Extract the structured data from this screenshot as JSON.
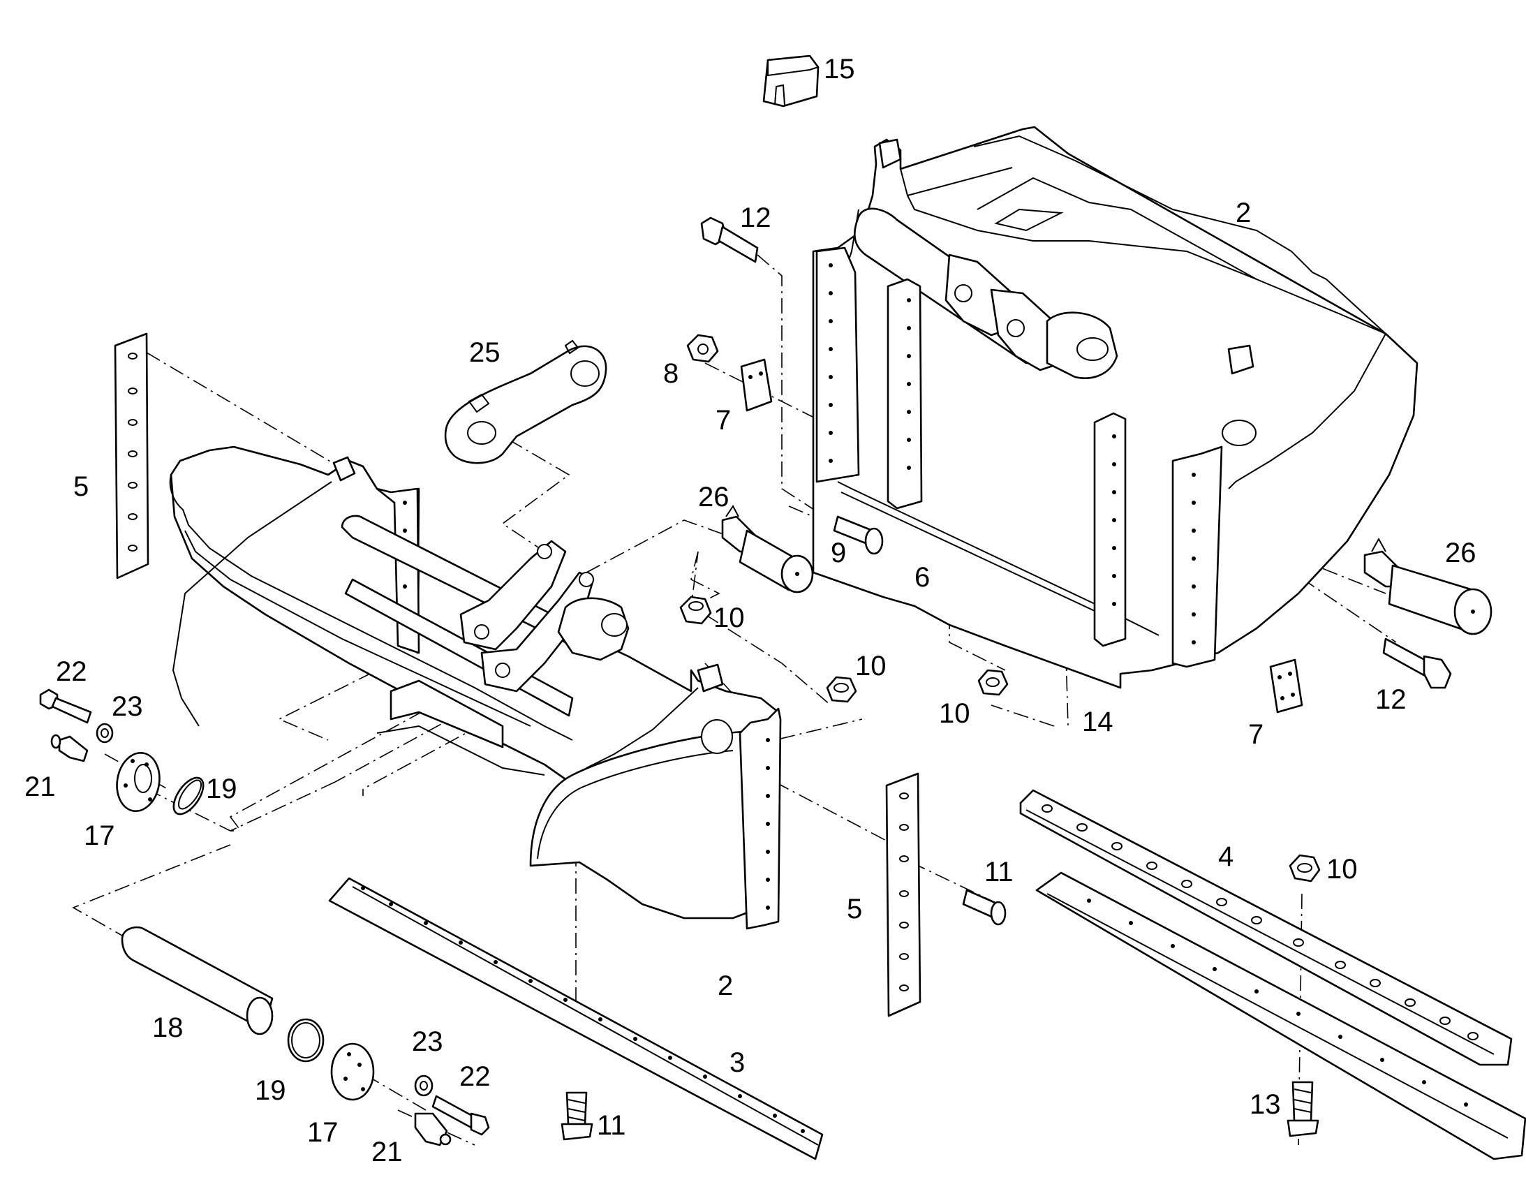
{
  "callouts": [
    {
      "id": "c15",
      "label": "15"
    },
    {
      "id": "c2a",
      "label": "2"
    },
    {
      "id": "c12a",
      "label": "12"
    },
    {
      "id": "c25",
      "label": "25"
    },
    {
      "id": "c8",
      "label": "8"
    },
    {
      "id": "c7a",
      "label": "7"
    },
    {
      "id": "c5a",
      "label": "5"
    },
    {
      "id": "c26a",
      "label": "26"
    },
    {
      "id": "c9",
      "label": "9"
    },
    {
      "id": "c6",
      "label": "6"
    },
    {
      "id": "c26b",
      "label": "26"
    },
    {
      "id": "c10a",
      "label": "10"
    },
    {
      "id": "c10b",
      "label": "10"
    },
    {
      "id": "c10c",
      "label": "10"
    },
    {
      "id": "c14",
      "label": "14"
    },
    {
      "id": "c12b",
      "label": "12"
    },
    {
      "id": "c7b",
      "label": "7"
    },
    {
      "id": "c22a",
      "label": "22"
    },
    {
      "id": "c23a",
      "label": "23"
    },
    {
      "id": "c21a",
      "label": "21"
    },
    {
      "id": "c19a",
      "label": "19"
    },
    {
      "id": "c17a",
      "label": "17"
    },
    {
      "id": "c4",
      "label": "4"
    },
    {
      "id": "c10d",
      "label": "10"
    },
    {
      "id": "c11a",
      "label": "11"
    },
    {
      "id": "c5b",
      "label": "5"
    },
    {
      "id": "c2b",
      "label": "2"
    },
    {
      "id": "c18",
      "label": "18"
    },
    {
      "id": "c23b",
      "label": "23"
    },
    {
      "id": "c22b",
      "label": "22"
    },
    {
      "id": "c3",
      "label": "3"
    },
    {
      "id": "c19b",
      "label": "19"
    },
    {
      "id": "c17b",
      "label": "17"
    },
    {
      "id": "c21b",
      "label": "21"
    },
    {
      "id": "c11b",
      "label": "11"
    },
    {
      "id": "c13",
      "label": "13"
    }
  ]
}
